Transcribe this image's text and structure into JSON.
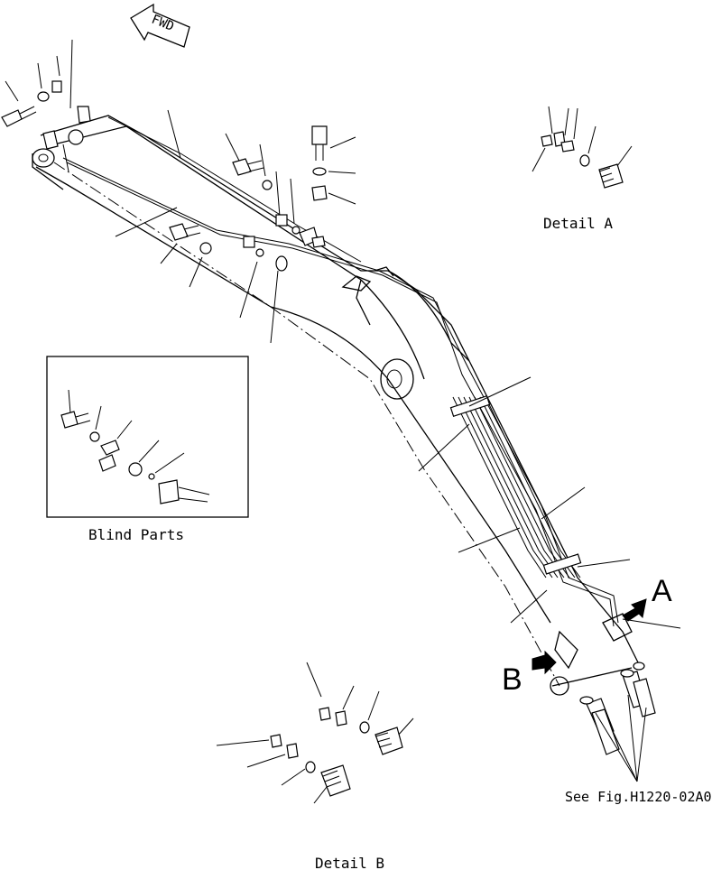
{
  "fwd_label": "FWD",
  "detail_a_label": "Detail A",
  "detail_b_label": "Detail B",
  "blind_parts_label": "Blind Parts",
  "callout_a": "A",
  "callout_b": "B",
  "see_fig_label": "See Fig.H1220-02A0"
}
